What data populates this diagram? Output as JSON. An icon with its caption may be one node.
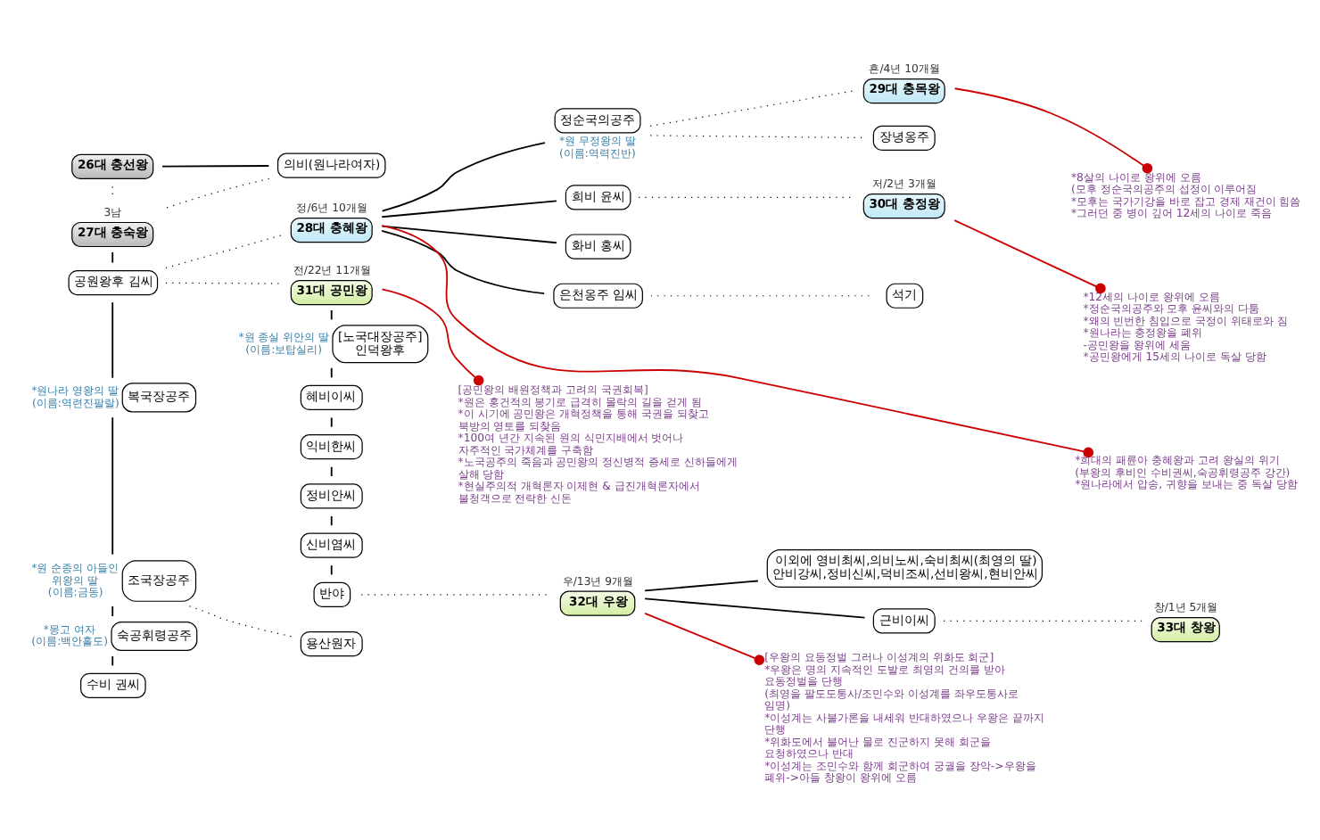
{
  "diagram": {
    "nodes": [
      {
        "text": [
          "26대 충선왕"
        ]
      },
      {
        "text": [
          "의비(원나라여자)"
        ]
      },
      {
        "text": [
          "27대 충숙왕"
        ],
        "beside": [
          "3남"
        ]
      },
      {
        "text": [
          "공원왕후 김씨"
        ]
      },
      {
        "text": [
          "28대 충혜왕"
        ],
        "beside": [
          "정/6년 10개월"
        ]
      },
      {
        "text": [
          "정순국의공주"
        ],
        "beside": [
          "*원 무정왕의 딸 (이름:역력진반)"
        ]
      },
      {
        "text": [
          "29대 충목왕"
        ],
        "beside": [
          "흔/4년 10개월"
        ]
      },
      {
        "text": [
          "장녕옹주"
        ]
      },
      {
        "text": [
          "희비 윤씨"
        ]
      },
      {
        "text": [
          "30대 충정왕"
        ],
        "beside": [
          "저/2년 3개월"
        ]
      },
      {
        "text": [
          "화비 홍씨"
        ]
      },
      {
        "text": [
          "은천옹주 임씨"
        ]
      },
      {
        "text": [
          "석기"
        ]
      },
      {
        "text": [
          "31대 공민왕"
        ],
        "beside": [
          "전/22년 11개월"
        ]
      },
      {
        "text": [
          "복국장공주"
        ],
        "beside": [
          "*원나라 영왕의 딸 (이름:역련진팔랄)"
        ]
      },
      {
        "text": [
          "조국장공주"
        ],
        "beside": [
          "*원 순종의 아들인 위왕의 딸 (이름:금동)"
        ]
      },
      {
        "text": [
          "숙공휘령공주"
        ],
        "beside": [
          "*몽고 여자 (이름:백안홀도)"
        ]
      },
      {
        "text": [
          "수비 권씨"
        ]
      },
      {
        "text": [
          "용산원자"
        ]
      },
      {
        "text": [
          "[노국대장공주] 인덕왕후"
        ],
        "beside": [
          "*원 종실 위안의 딸 (이름:보탑실리)"
        ]
      },
      {
        "text": [
          "혜비이씨"
        ]
      },
      {
        "text": [
          "익비한씨"
        ]
      },
      {
        "text": [
          "정비안씨"
        ]
      },
      {
        "text": [
          "신비염씨"
        ]
      },
      {
        "text": [
          "반야"
        ]
      },
      {
        "text": [
          "32대 우왕"
        ],
        "beside": [
          "우/13년 9개월"
        ]
      },
      {
        "text": [
          "이외에 영비최씨,의비노씨,숙비최씨(최영의 딸) 안비강씨,정비신씨,덕비조씨,선비왕씨,현비안씨"
        ]
      },
      {
        "text": [
          "근비이씨"
        ]
      },
      {
        "text": [
          "33대 창왕"
        ],
        "beside": [
          "창/1년 5개월"
        ]
      },
      {
        "text": [
          "*희대의 패륜아 충혜왕과 고려 왕실의 위기",
          "(부왕의 후비인 수비권씨,숙공휘령공주 강간)",
          "*원나라에서 압송, 귀향을 보내는 중 독살 당함"
        ]
      },
      {
        "text": [
          "*8살의 나이로 왕위에 오름",
          "(모후 정순국의공주의 섭정이 이루어짐",
          "*모후는 국가기강을 바로 잡고 경제 재건이 힘씀",
          "*그러던 중 병이 깊어 12세의 나이로 죽음"
        ]
      },
      {
        "text": [
          "*12세의 나이로 왕위에 오름",
          "*정순국의공주와 모후 윤씨와의 다툼",
          "*왜의 빈번한 침입으로 국정이 위태로와 짐",
          "*원나라는 충정왕을 폐위",
          "-공민왕을 왕위에 세움",
          "*공민왕에게 15세의 나이로 독살 당함"
        ]
      },
      {
        "text": [
          "[공민왕의 배원정책과 고려의 국권회복]",
          "*원은 홍건적의 봉기로 급격히 몰락의 길을 걷게 됨",
          "*이 시기에 공민왕은 개혁정책을 통해 국권을 되찾고 북방의 영토를 되찾음",
          "*100여 년간 지속된 원의 식민지배에서 벗어나 자주적인 국가체계를 구축함",
          "*노국공주의 죽음과 공민왕의 정신병적 증세로 신하들에게 살해 당함",
          "*현실주의적 개혁론자 이제현 & 급진개혁론자에서 불청객으로 전락한 신돈"
        ]
      },
      {
        "text": [
          "[우왕의 요동정벌 그러나 이성계의 위화도 회군]",
          "*우왕은 명의 지속적인 도발로 최영의 건의를 받아 요동정벌을 단행",
          "(최영을 팔도도통사/조민수와 이성계를 좌우도통사로 임명)",
          "*이성계는 사불가론을 내세워 반대하였으나 우왕은 끝까지 단행",
          "*위화도에서 불어난 물로 진군하지 못해 회군을 요청하였으나 반대",
          "*이성계는 조민수와 함께 회군하여 궁궐을 장악->우왕을 폐위->아들 창왕이 왕위에 오름"
        ]
      }
    ],
    "edges": [
      {
        "from": 0,
        "to": 1,
        "arrow": "none"
      },
      {
        "from": 0,
        "to": 2,
        "arrow": "none",
        "style": "dashed"
      },
      {
        "from": 1,
        "to": 2,
        "arrow": "none",
        "style": "dashed"
      },
      {
        "from": 2,
        "to": 3,
        "arrow": "none"
      },
      {
        "from": 3,
        "to": 14,
        "arrow": "none"
      },
      {
        "from": 14,
        "to": 15,
        "arrow": "none"
      },
      {
        "from": 15,
        "to": 16,
        "arrow": "none"
      },
      {
        "from": 16,
        "to": 17,
        "arrow": "none"
      },
      {
        "from": 3,
        "to": 4,
        "arrow": "none",
        "style": "dashed"
      },
      {
        "from": 3,
        "to": 13,
        "arrow": "none",
        "style": "dashed"
      },
      {
        "from": 4,
        "to": 5,
        "arrow": "none"
      },
      {
        "from": 4,
        "to": 8,
        "arrow": "none"
      },
      {
        "from": 4,
        "to": 10,
        "arrow": "none"
      },
      {
        "from": 4,
        "to": 11,
        "arrow": "none"
      },
      {
        "from": 5,
        "to": 6,
        "arrow": "none",
        "style": "dashed"
      },
      {
        "from": 5,
        "to": 7,
        "arrow": "none",
        "style": "dashed"
      },
      {
        "from": 8,
        "to": 9,
        "arrow": "none",
        "style": "dashed"
      },
      {
        "from": 11,
        "to": 12,
        "arrow": "none",
        "style": "dashed"
      },
      {
        "from": 15,
        "to": 18,
        "arrow": "none",
        "style": "dashed"
      },
      {
        "from": 13,
        "to": 19,
        "arrow": "none"
      },
      {
        "from": 19,
        "to": 20,
        "arrow": "none"
      },
      {
        "from": 20,
        "to": 21,
        "arrow": "none"
      },
      {
        "from": 21,
        "to": 22,
        "arrow": "none"
      },
      {
        "from": 22,
        "to": 23,
        "arrow": "none"
      },
      {
        "from": 23,
        "to": 24,
        "arrow": "none"
      },
      {
        "from": 24,
        "to": 25,
        "arrow": "none",
        "style": "dashed"
      },
      {
        "from": 25,
        "to": 27,
        "arrow": "none"
      },
      {
        "from": 25,
        "to": 26,
        "arrow": "none"
      },
      {
        "from": 27,
        "to": 28,
        "arrow": "none",
        "style": "dashed"
      },
      {
        "from": 29,
        "to": 4,
        "arrow": "other",
        "color": "#cc0000"
      },
      {
        "from": 30,
        "to": 6,
        "arrow": "other",
        "color": "#cc0000"
      },
      {
        "from": 31,
        "to": 9,
        "arrow": "other",
        "color": "#cc0000"
      },
      {
        "from": 32,
        "to": 13,
        "arrow": "other",
        "color": "#cc0000"
      },
      {
        "from": 33,
        "to": 25,
        "arrow": "other",
        "color": "#cc0000"
      }
    ]
  }
}
